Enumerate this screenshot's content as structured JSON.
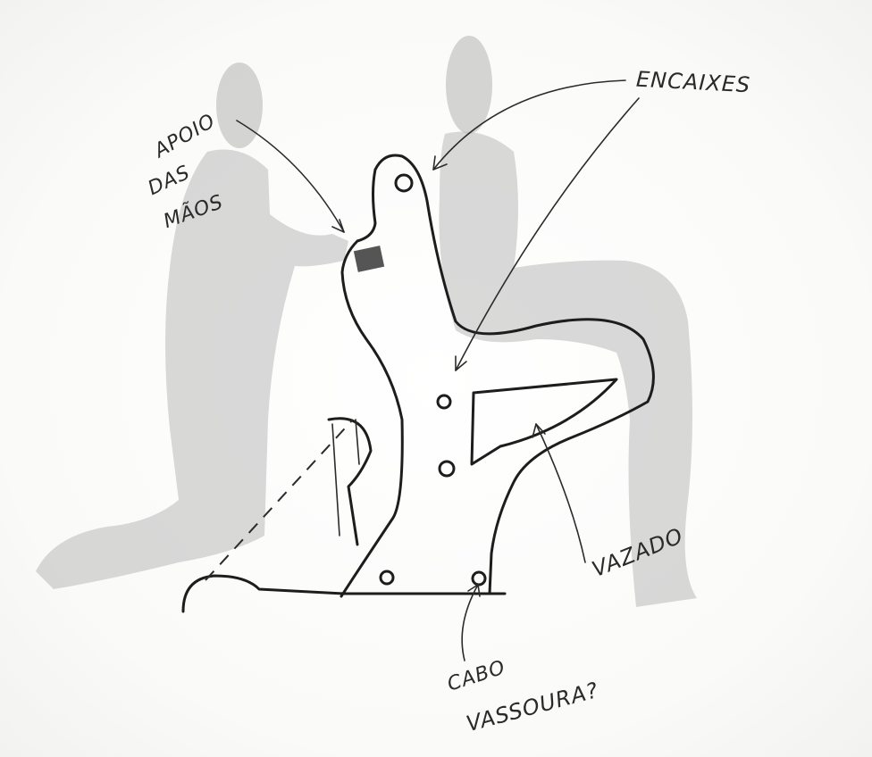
{
  "labels": {
    "hand_rest_line1": "APOIO",
    "hand_rest_line2": "DAS",
    "hand_rest_line3": "MÃOS",
    "fittings": "ENCAIXES",
    "hollow": "VAZADO",
    "broom_line1": "CABO",
    "broom_line2": "VASSOURA?"
  },
  "colors": {
    "pencil": "#b9b9b9",
    "ink": "#1d1d1d",
    "paper": "#fdfdfb"
  }
}
